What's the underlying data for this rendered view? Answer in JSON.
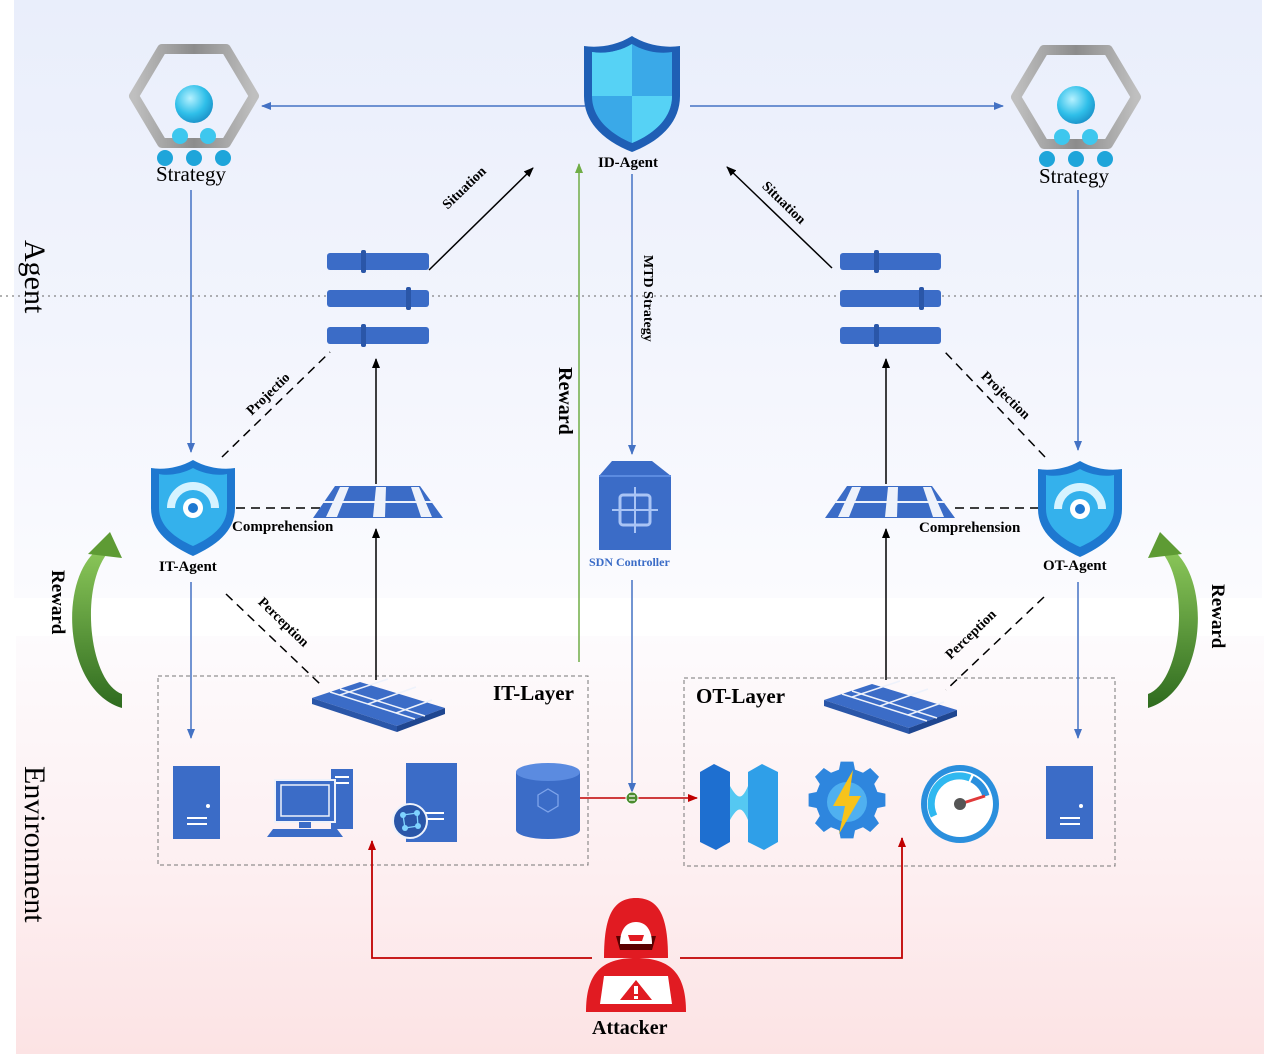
{
  "zones": {
    "agent_label": "Agent",
    "environment_label": "Environment"
  },
  "nodes": {
    "strategy_left": "Strategy",
    "strategy_right": "Strategy",
    "id_agent": "ID-Agent",
    "it_agent": "IT-Agent",
    "ot_agent": "OT-Agent",
    "sdn_controller": "SDN Controller",
    "attacker": "Attacker"
  },
  "layers": {
    "it_layer": "IT-Layer",
    "ot_layer": "OT-Layer"
  },
  "edges": {
    "situation_left": "Situation",
    "situation_right": "Situation",
    "projection_left": "Projectio",
    "projection_right": "Projection",
    "comprehension_left": "Comprehension",
    "comprehension_right": "Comprehension",
    "perception_left": "Perception",
    "perception_right": "Perception",
    "mtd_strategy": "MTD Strategy",
    "reward_center": "Reward",
    "reward_left": "Reward",
    "reward_right": "Reward"
  },
  "colors": {
    "blue_arrow": "#4472c4",
    "green_arrow": "#70ad47",
    "red_arrow": "#c00000",
    "icon_blue": "#3b6cc7",
    "shield_cyan": "#45c4ee",
    "hex_gray": "#a6a6a6",
    "attacker_red": "#e11b22"
  }
}
